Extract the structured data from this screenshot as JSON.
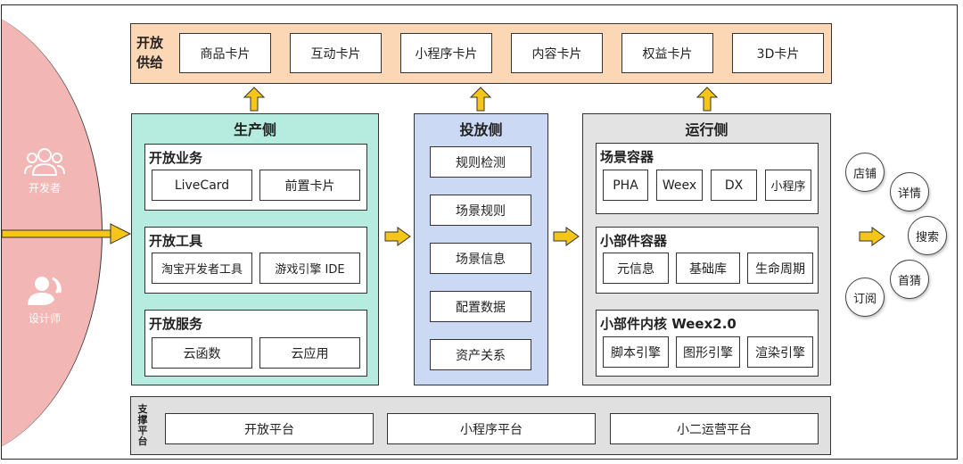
{
  "actors": [
    {
      "label": "开发者",
      "icon": "people-icon"
    },
    {
      "label": "设计师",
      "icon": "designer-icon"
    }
  ],
  "supply": {
    "title": "开放供给",
    "cards": [
      "商品卡片",
      "互动卡片",
      "小程序卡片",
      "内容卡片",
      "权益卡片",
      "3D卡片"
    ]
  },
  "production": {
    "title": "生产侧",
    "groups": [
      {
        "title": "开放业务",
        "items": [
          "LiveCard",
          "前置卡片"
        ]
      },
      {
        "title": "开放工具",
        "items": [
          "淘宝开发者工具",
          "游戏引擎 IDE"
        ]
      },
      {
        "title": "开放服务",
        "items": [
          "云函数",
          "云应用"
        ]
      }
    ]
  },
  "delivery": {
    "title": "投放侧",
    "items": [
      "规则检测",
      "场景规则",
      "场景信息",
      "配置数据",
      "资产关系"
    ]
  },
  "runtime": {
    "title": "运行侧",
    "groups": [
      {
        "title": "场景容器",
        "items": [
          "PHA",
          "Weex",
          "DX",
          "小程序"
        ]
      },
      {
        "title": "小部件容器",
        "items": [
          "元信息",
          "基础库",
          "生命周期"
        ]
      },
      {
        "title": "小部件内核 Weex2.0",
        "items": [
          "脚本引擎",
          "图形引擎",
          "渲染引擎"
        ]
      }
    ]
  },
  "scenes": [
    "店铺",
    "详情",
    "搜索",
    "首猜",
    "订阅"
  ],
  "support": {
    "title": "支撑平台",
    "items": [
      "开放平台",
      "小程序平台",
      "小二运营平台"
    ]
  },
  "colors": {
    "supply_bg": "#fbd7b6",
    "production_bg": "#b5ecdf",
    "delivery_bg": "#cbd9f4",
    "runtime_bg": "#e3e3e3",
    "support_bg": "#e0e0e0",
    "persona_bg": "#f2b7b5",
    "arrow_fill": "#f5c518"
  }
}
